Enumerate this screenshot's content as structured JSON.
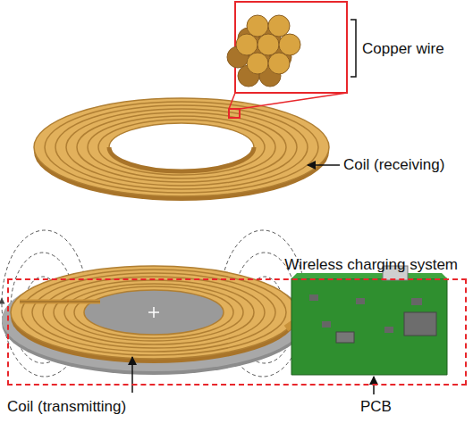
{
  "diagram": {
    "nodes": [
      {
        "text": [
          "Wireless charging system"
        ]
      }
    ],
    "labels": [
      "Copper wire",
      "Coil (receiving)",
      "Coil (transmitting)",
      "PCB"
    ]
  }
}
